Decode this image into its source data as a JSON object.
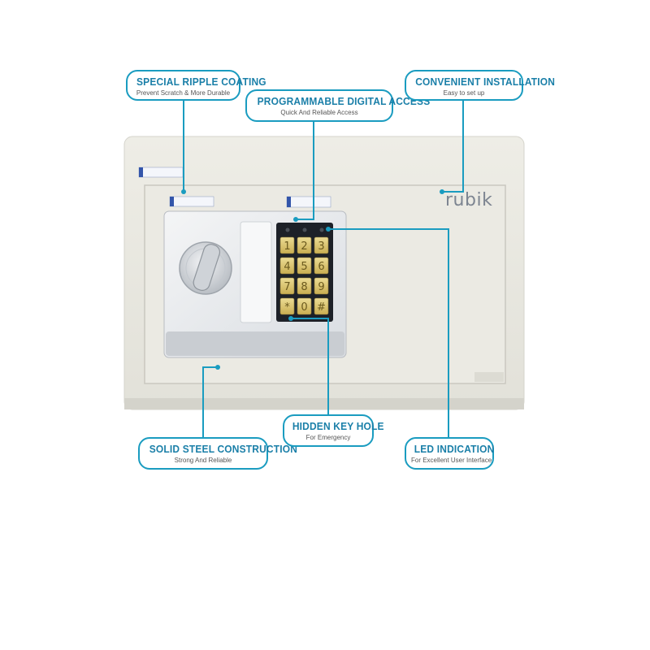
{
  "brand": "rubik",
  "callouts": {
    "ripple": {
      "title": "SPECIAL RIPPLE COATING",
      "sub": "Prevent Scratch & More Durable"
    },
    "digital": {
      "title": "PROGRAMMABLE DIGITAL ACCESS",
      "sub": "Quick And Reliable Access"
    },
    "install": {
      "title": "CONVENIENT INSTALLATION",
      "sub": "Easy to set up"
    },
    "steel": {
      "title": "SOLID STEEL CONSTRUCTION",
      "sub": "Strong And Reliable"
    },
    "keyhole": {
      "title": "HIDDEN KEY HOLE",
      "sub": "For Emergency"
    },
    "led": {
      "title": "LED INDICATION",
      "sub": "For Excellent User Interface"
    }
  },
  "keypad": {
    "keys": [
      "1",
      "2",
      "3",
      "4",
      "5",
      "6",
      "7",
      "8",
      "9",
      "*",
      "0",
      "#"
    ]
  },
  "colors": {
    "accent": "#1a9cc0",
    "safe_body": "#e8e7e0",
    "keypad_gold": "#d9c36a"
  },
  "icons": [
    "dial-knob-icon",
    "led-indicator-icon",
    "keypad-icon"
  ]
}
